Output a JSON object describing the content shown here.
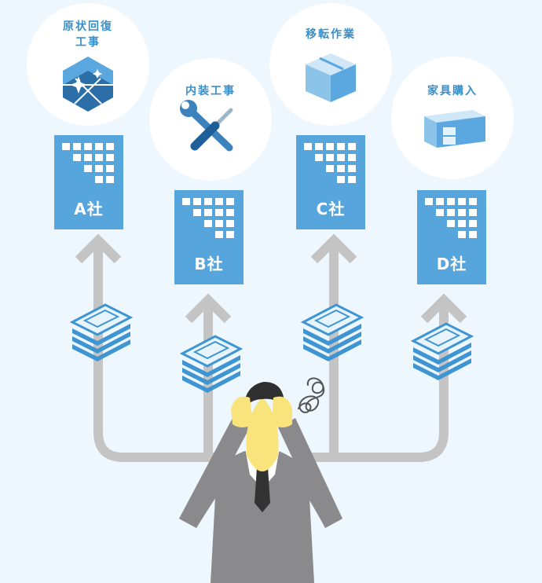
{
  "services": [
    {
      "id": "restoration",
      "label": "原状回復\n工事",
      "icon": "sparkle-tile-icon"
    },
    {
      "id": "interior",
      "label": "内装工事",
      "icon": "wrench-screwdriver-icon"
    },
    {
      "id": "moving",
      "label": "移転作業",
      "icon": "cardboard-box-icon"
    },
    {
      "id": "furniture",
      "label": "家具購入",
      "icon": "desk-icon"
    }
  ],
  "companies": [
    {
      "id": "a",
      "label": "A社"
    },
    {
      "id": "b",
      "label": "B社"
    },
    {
      "id": "c",
      "label": "C社"
    },
    {
      "id": "d",
      "label": "D社"
    }
  ],
  "colors": {
    "background": "#eef7fd",
    "company_fill": "#56a5dc",
    "label_text": "#3a8fc8",
    "arrow_gray": "#c4c4c4",
    "money_blue": "#3f95d2",
    "suit_gray": "#8a8a8c",
    "skin": "#f8e47a"
  }
}
